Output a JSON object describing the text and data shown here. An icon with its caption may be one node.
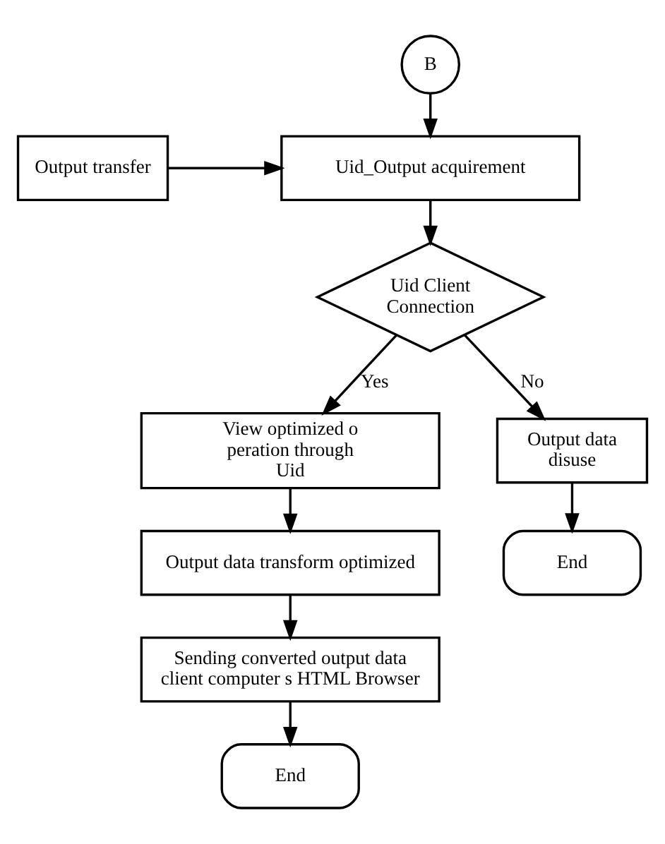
{
  "diagram": {
    "nodes": [
      {
        "text": [
          "B"
        ]
      },
      {
        "text": [
          "Uid_Output acquirement"
        ]
      },
      {
        "text": [
          "Output transfer"
        ]
      },
      {
        "text": [
          "Uid Client Connection"
        ]
      },
      {
        "text": [
          "View optimized o peration through Uid"
        ]
      },
      {
        "text": [
          "Output data disuse"
        ]
      },
      {
        "text": [
          "Output data transform optimized"
        ]
      },
      {
        "text": [
          "End"
        ]
      },
      {
        "text": [
          "Sending converted output data client computer s HTML Browser"
        ]
      },
      {
        "text": [
          "End"
        ]
      }
    ],
    "edges": [
      {
        "from": 0,
        "to": 1,
        "arrow": "to"
      },
      {
        "from": 2,
        "to": 1,
        "arrow": "to"
      },
      {
        "from": 1,
        "to": 3,
        "arrow": "to"
      },
      {
        "from": 3,
        "to": 4,
        "arrow": "to",
        "label": "Yes"
      },
      {
        "from": 3,
        "to": 5,
        "arrow": "to",
        "label": "No"
      },
      {
        "from": 4,
        "to": 6,
        "arrow": "to"
      },
      {
        "from": 5,
        "to": 7,
        "arrow": "to"
      },
      {
        "from": 6,
        "to": 8,
        "arrow": "to"
      },
      {
        "from": 8,
        "to": 9,
        "arrow": "to"
      }
    ]
  }
}
